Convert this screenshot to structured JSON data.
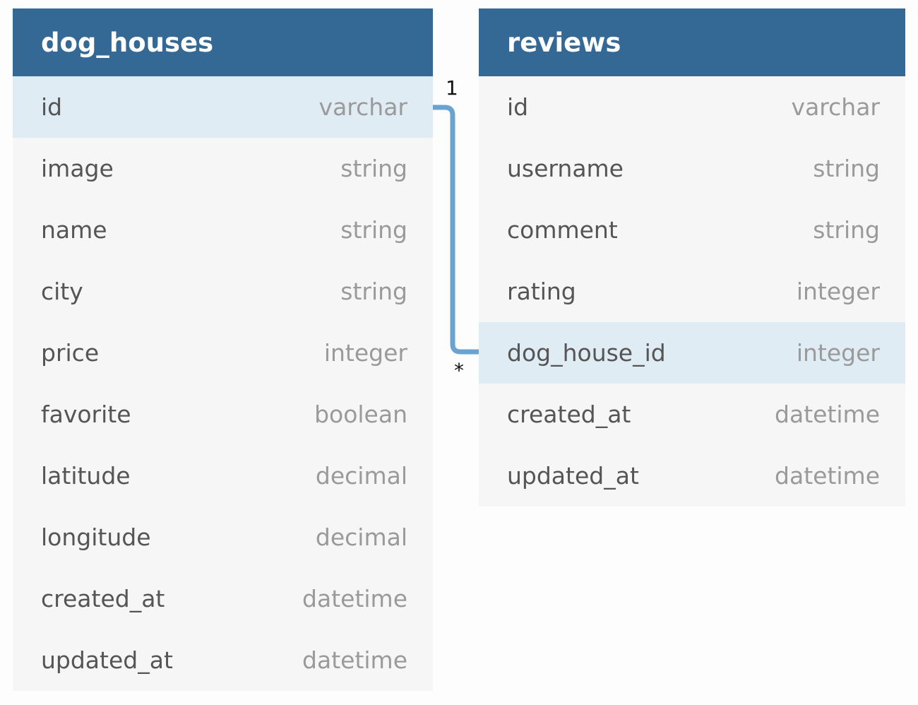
{
  "tables": [
    {
      "name": "dog_houses",
      "fields": [
        {
          "name": "id",
          "type": "varchar",
          "highlighted": true
        },
        {
          "name": "image",
          "type": "string"
        },
        {
          "name": "name",
          "type": "string"
        },
        {
          "name": "city",
          "type": "string"
        },
        {
          "name": "price",
          "type": "integer"
        },
        {
          "name": "favorite",
          "type": "boolean"
        },
        {
          "name": "latitude",
          "type": "decimal"
        },
        {
          "name": "longitude",
          "type": "decimal"
        },
        {
          "name": "created_at",
          "type": "datetime"
        },
        {
          "name": "updated_at",
          "type": "datetime"
        }
      ]
    },
    {
      "name": "reviews",
      "fields": [
        {
          "name": "id",
          "type": "varchar"
        },
        {
          "name": "username",
          "type": "string"
        },
        {
          "name": "comment",
          "type": "string"
        },
        {
          "name": "rating",
          "type": "integer"
        },
        {
          "name": "dog_house_id",
          "type": "integer",
          "highlighted": true
        },
        {
          "name": "created_at",
          "type": "datetime"
        },
        {
          "name": "updated_at",
          "type": "datetime"
        }
      ]
    }
  ],
  "relationship": {
    "from_label": "1",
    "to_label": "*"
  },
  "colors": {
    "header": "#336994",
    "highlight": "#e0ecf4",
    "connector": "#6aa3cf"
  }
}
